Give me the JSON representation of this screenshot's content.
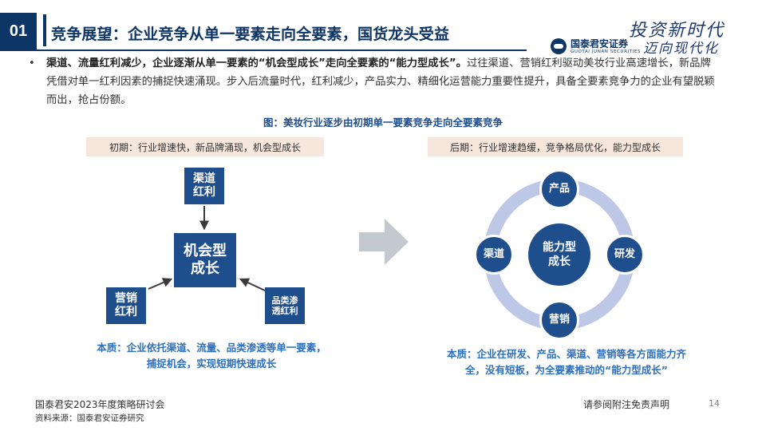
{
  "header": {
    "section_number": "01",
    "title": "竞争展望：企业竞争从单一要素走向全要素，国货龙头受益",
    "slogan_line1": "投资新时代",
    "slogan_line2": "迈向现代化",
    "logo_name": "国泰君安证券",
    "logo_english": "GUOTAI JUNAN SECURITIES"
  },
  "body": {
    "bullet": "•",
    "para_bold": "渠道、流量红利减少，企业逐渐从单一要素的“机会型成长”走向全要素的“能力型成长”。",
    "para_rest": "过往渠道、营销红利驱动美妆行业高速增长，新品牌凭借对单一红利因素的捕捉快速涌现。步入后流量时代，红利减少，产品实力、精细化运营能力重要性提升，具备全要素竞争力的企业有望脱颖而出，抢占份额。"
  },
  "figure": {
    "title": "图：美妆行业逐步由初期单一要素竞争走向全要素竞争",
    "left": {
      "phase": "初期：行业增速快，新品牌涌现，机会型成长",
      "top_box": "渠道\n红利",
      "left_box": "营销\n红利",
      "right_box": "品类渗\n透红利",
      "center_box": "机会型\n成长",
      "essence": "本质：企业依托渠道、流量、品类渗透等单一要素，\n捕捉机会，实现短期快速成长"
    },
    "right": {
      "phase": "后期：行业增速趋缓，竞争格局优化，能力型成长",
      "center": "能力型\n成长",
      "node_top": "产品",
      "node_right": "研发",
      "node_bottom": "营销",
      "node_left": "渠道",
      "essence": "本质：企业在研发、产品、渠道、营销等各方面能力齐\n全，没有短板，为全要素推动的“能力型成长”"
    }
  },
  "footer": {
    "event": "国泰君安2023年度策略研讨会",
    "source": "资料来源：国泰君安证券研究",
    "disclaimer": "请参阅附注免责声明",
    "page": "14"
  },
  "colors": {
    "navy": "#0d3566",
    "box_blue": "#1f4e8c",
    "ring": "#bdc7e6",
    "phase_bg": "#f6e6dc",
    "essence_text": "#2e6fbe",
    "arrow_gray": "#c4c8cf"
  }
}
